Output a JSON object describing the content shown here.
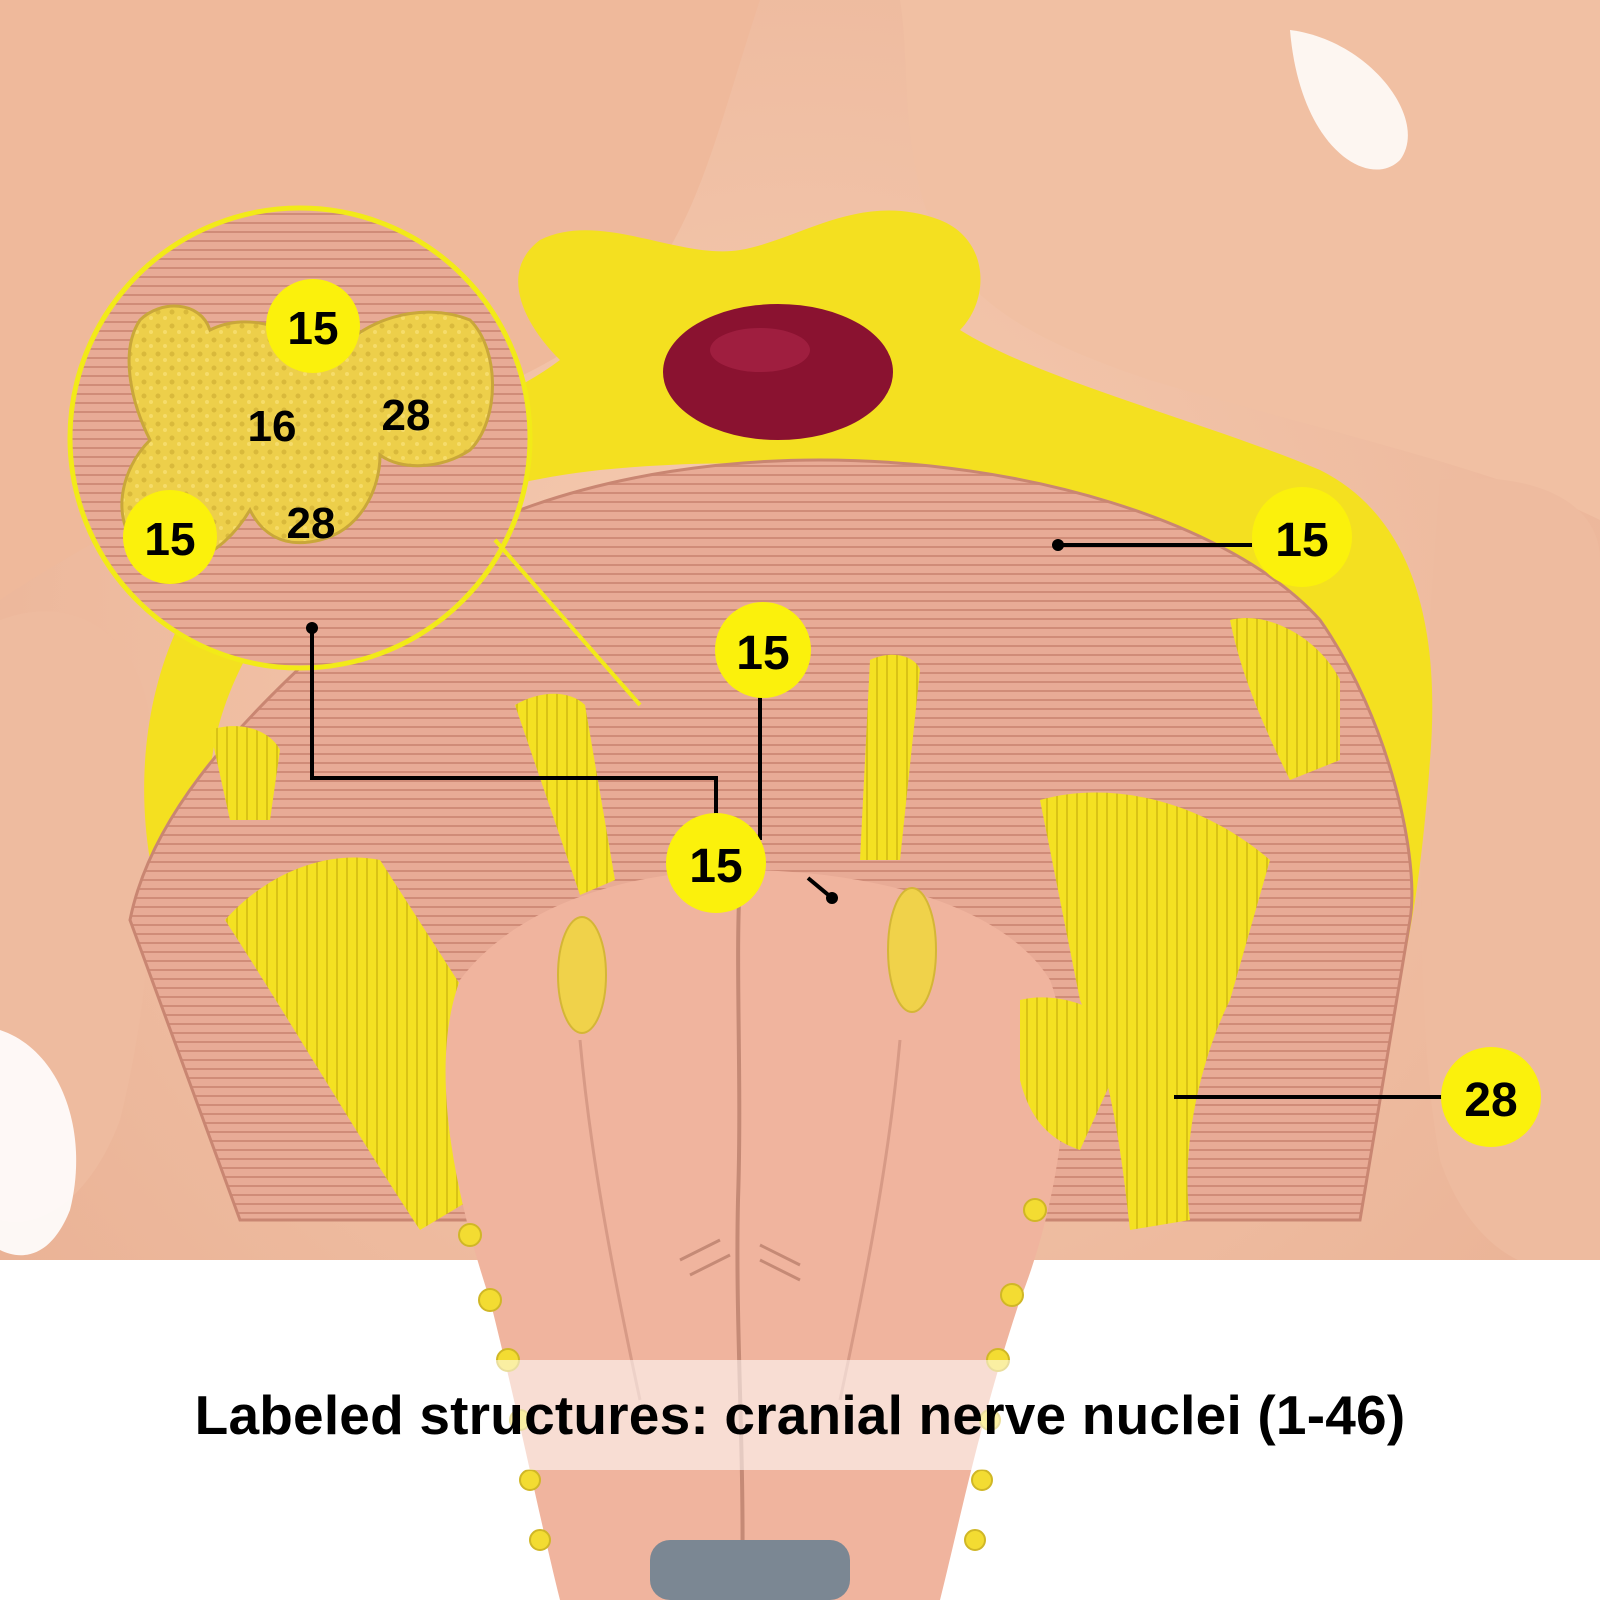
{
  "caption": "Labeled structures: cranial nerve nuclei (1-46)",
  "callouts": [
    {
      "label": "15",
      "kind": "badge"
    },
    {
      "label": "16",
      "kind": "plain"
    },
    {
      "label": "28",
      "kind": "plain"
    },
    {
      "label": "15",
      "kind": "badge"
    },
    {
      "label": "28",
      "kind": "plain"
    },
    {
      "label": "15",
      "kind": "badge"
    },
    {
      "label": "15",
      "kind": "badge"
    },
    {
      "label": "15",
      "kind": "badge"
    },
    {
      "label": "28",
      "kind": "badge"
    }
  ],
  "colors": {
    "skin": "#f2c3a7",
    "muscle": "#e7a992",
    "nerve_yellow": "#f4e222",
    "vessel_red": "#8a1230",
    "badge_yellow": "#fbf10c",
    "leader_line": "#000000"
  }
}
